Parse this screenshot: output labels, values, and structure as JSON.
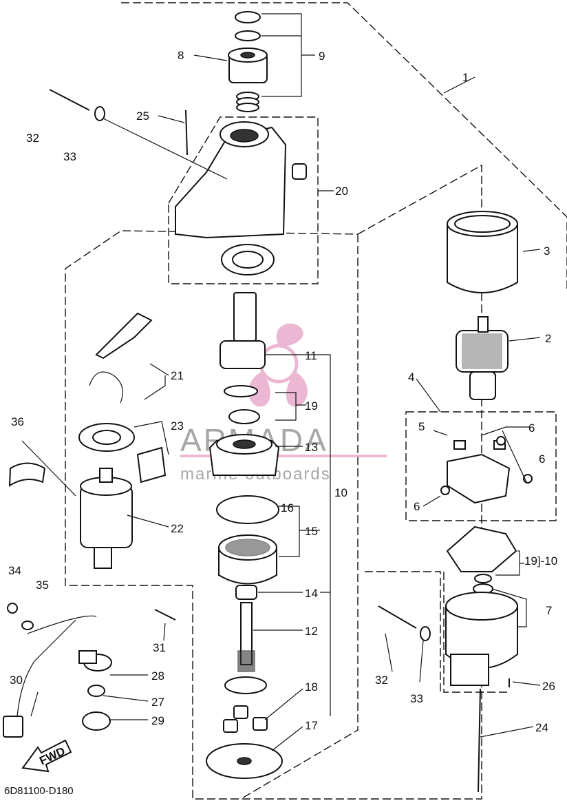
{
  "diagram_code": "6D81100-D180",
  "watermark": {
    "brand": "ARMADA",
    "tagline": "marine outboards",
    "color": "#e7a6c9"
  },
  "callouts": [
    {
      "id": "c1",
      "text": "1"
    },
    {
      "id": "c2",
      "text": "2"
    },
    {
      "id": "c3",
      "text": "3"
    },
    {
      "id": "c4",
      "text": "4"
    },
    {
      "id": "c5",
      "text": "5"
    },
    {
      "id": "c6a",
      "text": "6"
    },
    {
      "id": "c6b",
      "text": "6"
    },
    {
      "id": "c6c",
      "text": "6"
    },
    {
      "id": "c7",
      "text": "7"
    },
    {
      "id": "c8",
      "text": "8"
    },
    {
      "id": "c9",
      "text": "9"
    },
    {
      "id": "c10a",
      "text": "10"
    },
    {
      "id": "c10b",
      "text": "19]-10"
    },
    {
      "id": "c11",
      "text": "11"
    },
    {
      "id": "c12",
      "text": "12"
    },
    {
      "id": "c13",
      "text": "13"
    },
    {
      "id": "c14",
      "text": "14"
    },
    {
      "id": "c15",
      "text": "15"
    },
    {
      "id": "c16",
      "text": "16"
    },
    {
      "id": "c17",
      "text": "17"
    },
    {
      "id": "c18",
      "text": "18"
    },
    {
      "id": "c19",
      "text": "19"
    },
    {
      "id": "c20",
      "text": "20"
    },
    {
      "id": "c21",
      "text": "21"
    },
    {
      "id": "c22",
      "text": "22"
    },
    {
      "id": "c23",
      "text": "23"
    },
    {
      "id": "c24",
      "text": "24"
    },
    {
      "id": "c25",
      "text": "25"
    },
    {
      "id": "c26",
      "text": "26"
    },
    {
      "id": "c27",
      "text": "27"
    },
    {
      "id": "c28",
      "text": "28"
    },
    {
      "id": "c29",
      "text": "29"
    },
    {
      "id": "c30",
      "text": "30"
    },
    {
      "id": "c31",
      "text": "31"
    },
    {
      "id": "c32a",
      "text": "32"
    },
    {
      "id": "c32b",
      "text": "32"
    },
    {
      "id": "c33a",
      "text": "33"
    },
    {
      "id": "c33b",
      "text": "33"
    },
    {
      "id": "c34",
      "text": "34"
    },
    {
      "id": "c35",
      "text": "35"
    },
    {
      "id": "c36",
      "text": "36"
    }
  ],
  "fwd_label": "FWD"
}
